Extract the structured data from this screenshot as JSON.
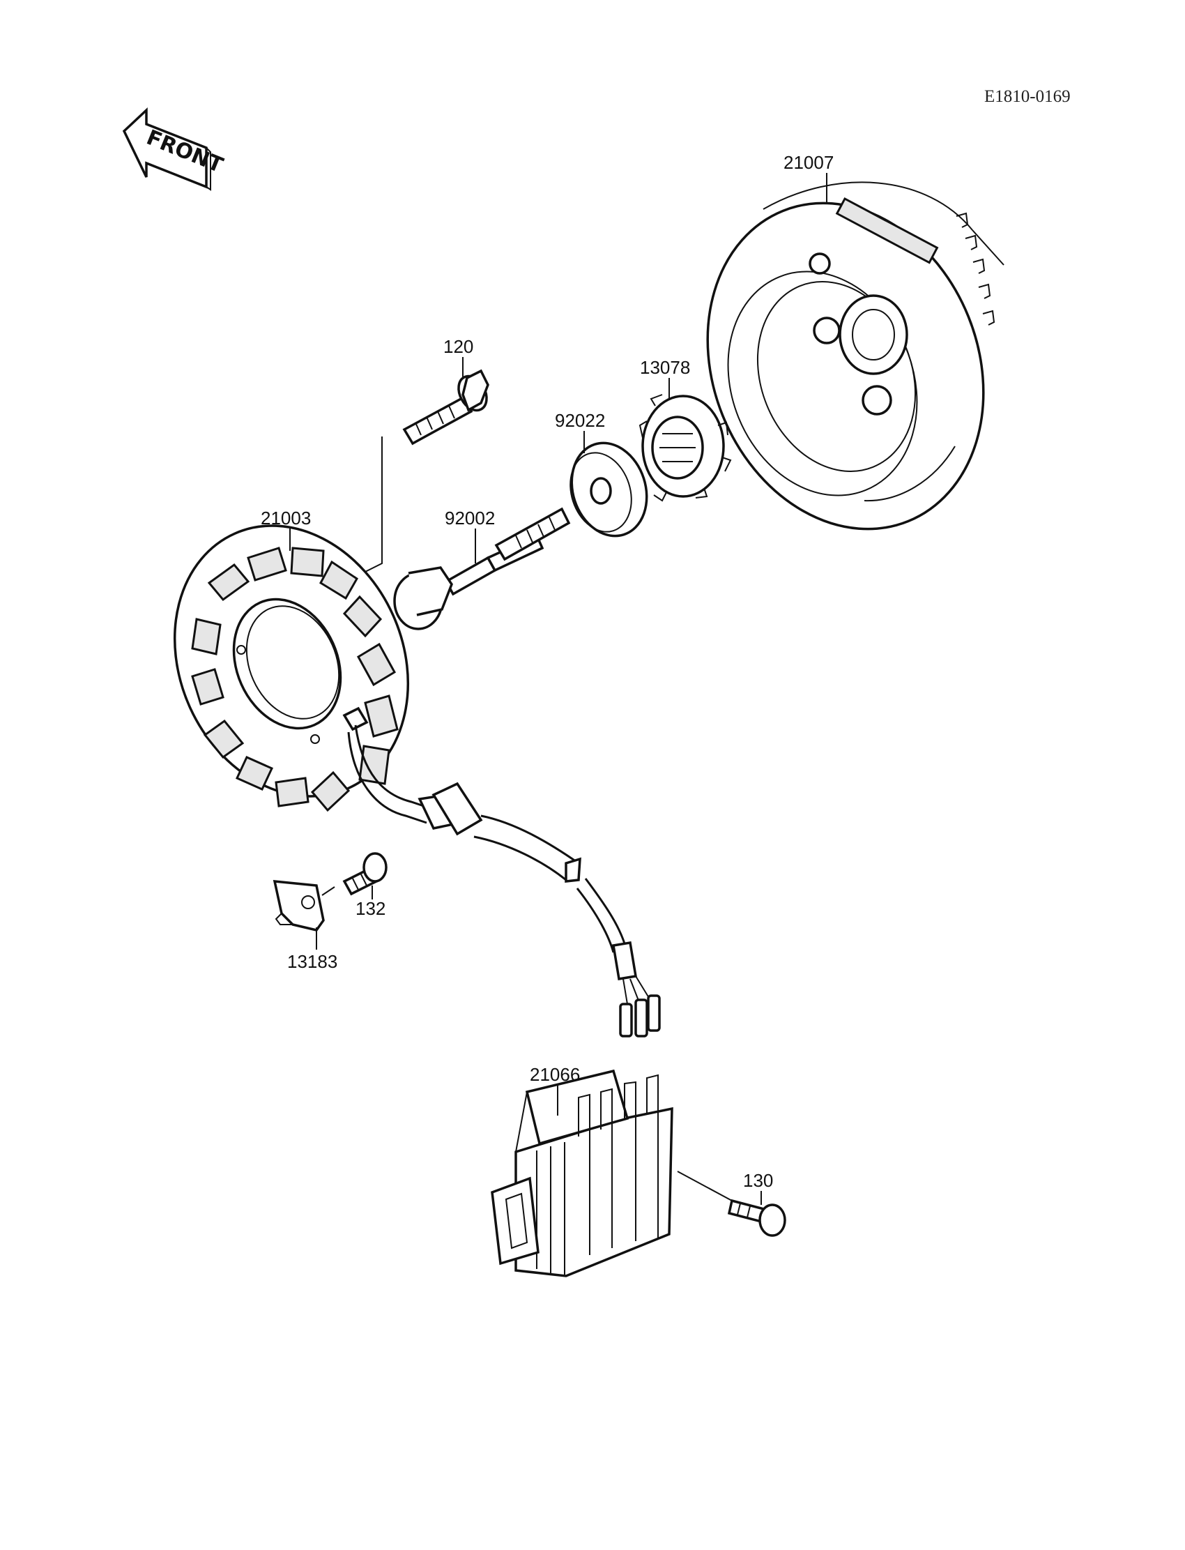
{
  "diagram": {
    "code": "E1810-0169",
    "front_label": "FRONT",
    "parts": [
      {
        "number": "21007"
      },
      {
        "number": "120"
      },
      {
        "number": "13078"
      },
      {
        "number": "92022"
      },
      {
        "number": "21003"
      },
      {
        "number": "92002"
      },
      {
        "number": "132"
      },
      {
        "number": "13183"
      },
      {
        "number": "21066"
      },
      {
        "number": "130"
      }
    ]
  }
}
